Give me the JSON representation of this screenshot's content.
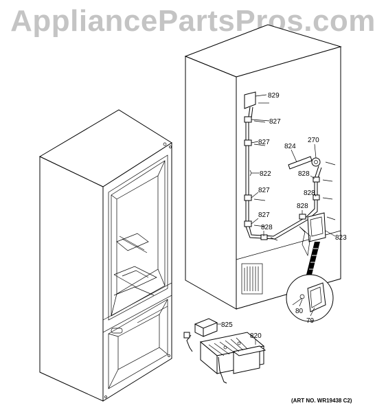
{
  "watermark": "AppliancePartsPros.com",
  "art_number": "(ART NO. WR19438 C2)",
  "part_labels": {
    "p829": "829",
    "p827a": "827",
    "p827b": "827",
    "p827c": "827",
    "p827d": "827",
    "p824": "824",
    "p270": "270",
    "p822": "822",
    "p828a": "828",
    "p828b": "828",
    "p828c": "828",
    "p828d": "828",
    "p823": "823",
    "p825": "825",
    "p820": "820",
    "p80": "80",
    "p79": "79"
  }
}
